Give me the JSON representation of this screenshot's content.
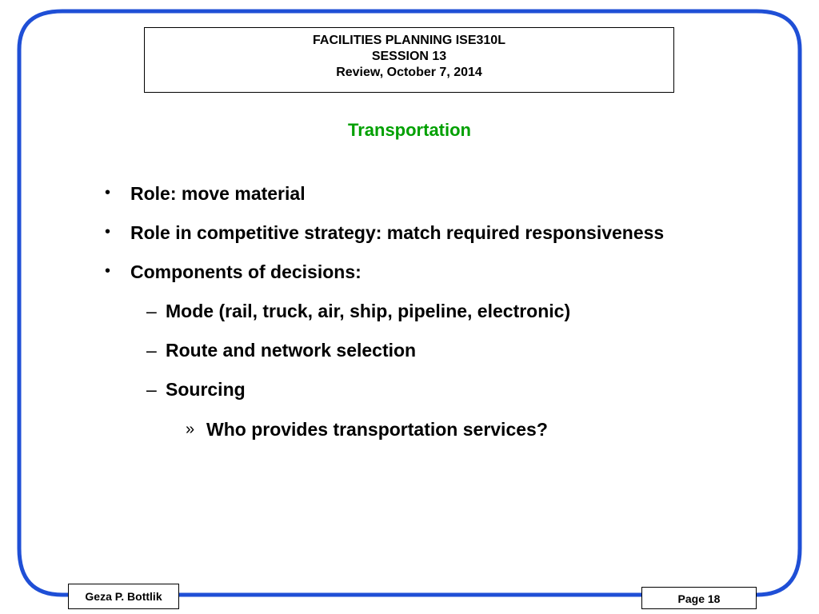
{
  "frame": {
    "color": "#1f4fd6"
  },
  "header": {
    "line1": "FACILITIES PLANNING ISE310L",
    "line2": "SESSION 13",
    "line3": "Review, October 7, 2014"
  },
  "heading": {
    "text": "Transportation",
    "color": "#00a000"
  },
  "bullets": [
    {
      "marker": "•",
      "text": "Role: move material"
    },
    {
      "marker": "•",
      "text": "Role in competitive strategy: match required responsiveness"
    },
    {
      "marker": "•",
      "text": "Components of decisions:"
    },
    {
      "marker": "–",
      "text": "Mode (rail, truck, air, ship, pipeline, electronic)"
    },
    {
      "marker": "–",
      "text": "Route and network selection"
    },
    {
      "marker": "–",
      "text": "Sourcing"
    },
    {
      "marker": "»",
      "text": "Who provides transportation services?"
    }
  ],
  "footer": {
    "author": "Geza P. Bottlik",
    "page": "Page 18"
  }
}
